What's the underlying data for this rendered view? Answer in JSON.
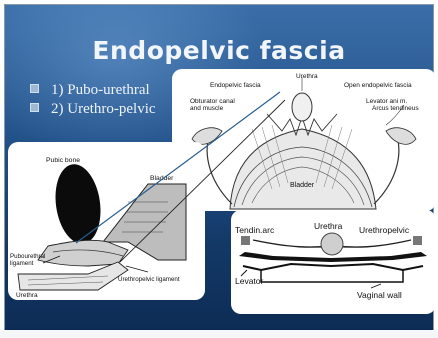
{
  "slide": {
    "title": "Endopelvic fascia",
    "bullets": [
      "1) Pubo-urethral",
      "2) Urethro-pelvic"
    ]
  },
  "figure_top": {
    "labels": [
      "Urethra",
      "Endopelvic fascia",
      "Open endopelvic fascia",
      "Obturator canal",
      "and muscle",
      "Levator ani m.",
      "Arcus tendineus",
      "tendineus",
      "Bladder"
    ]
  },
  "figure_left": {
    "labels": [
      "Pubic bone",
      "Bladder",
      "Pubourethral",
      "ligament",
      "Urethropelvic ligament",
      "Urethra"
    ]
  },
  "figure_bottom": {
    "labels": [
      "Tendin.arc",
      "Urethra",
      "Urethropelvic",
      "Levator",
      "Vaginal wall"
    ]
  },
  "colors": {
    "background": "#204e86",
    "title": "#f2f6fb",
    "panel": "#ffffff"
  }
}
